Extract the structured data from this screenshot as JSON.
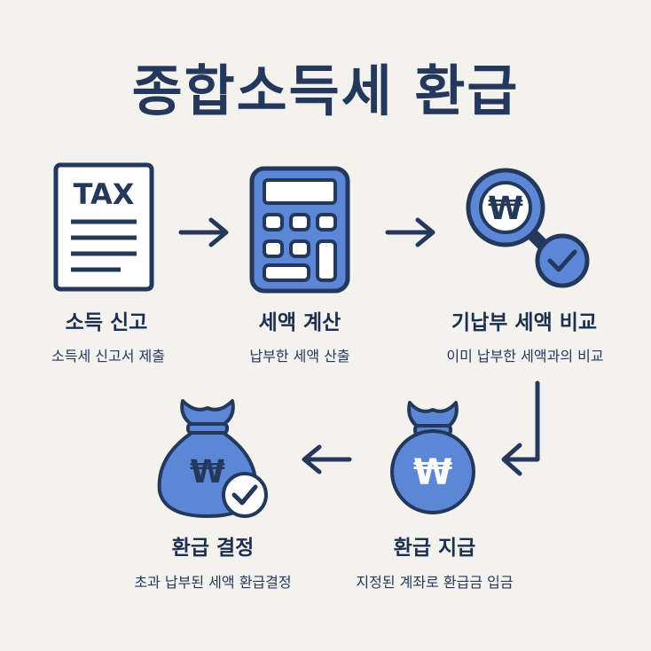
{
  "title": "종합소득세 환급",
  "steps": [
    {
      "title": "소득 신고",
      "desc": "소득세 신고서 제출",
      "icon": "tax-document-icon",
      "icon_text": "TAX"
    },
    {
      "title": "세액 계산",
      "desc": "납부한 세액 산출",
      "icon": "calculator-icon"
    },
    {
      "title": "기납부 세액 비교",
      "desc": "이미 납부한 세액과의 비교",
      "icon": "magnifier-won-icon",
      "icon_text": "₩"
    },
    {
      "title": "환급 지급",
      "desc": "지정된 계좌로 환급금 입금",
      "icon": "won-money-bag-icon",
      "icon_text": "₩"
    },
    {
      "title": "환급 결정",
      "desc": "초과 납부된 세액 환급결정",
      "icon": "won-money-bag-check-icon",
      "icon_text": "₩"
    }
  ],
  "colors": {
    "background": "#f4f2ee",
    "navy": "#24385c",
    "blue": "#5b87d6",
    "light_blue": "#8fb0e6"
  }
}
